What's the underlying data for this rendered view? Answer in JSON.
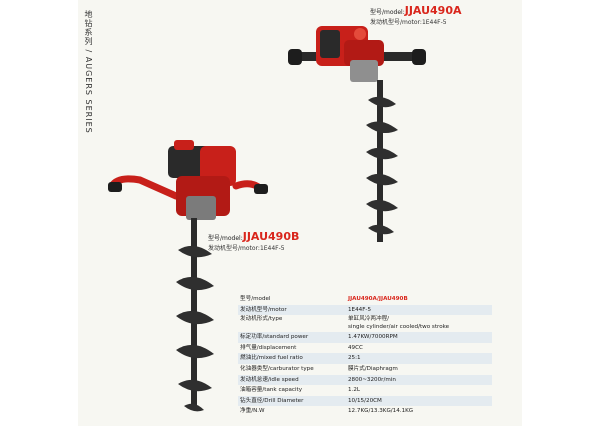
{
  "side_title": "地钻系列 / AUGERS SERIES",
  "product_a": {
    "model_prefix": "型号/model:",
    "model": "JJAU490A",
    "motor_line": "发动机型号/motor:1E44F-5"
  },
  "product_b": {
    "model_prefix": "型号/model:",
    "model": "JJAU490B",
    "motor_line": "发动机型号/motor:1E44F-5"
  },
  "spec_table": {
    "rows": [
      {
        "label": "型号/model",
        "value": "JJAU490A/JJAU490B"
      },
      {
        "label": "发动机型号/motor",
        "value": "1E44F-5"
      },
      {
        "label": "发动机形式/type",
        "value": "单缸风冷两冲程/",
        "value2": "single cylinder/air cooled/two stroke"
      },
      {
        "label": "标定功率/standard power",
        "value": "1.47KW/7000RPM"
      },
      {
        "label": "排气量/displacement",
        "value": "49CC"
      },
      {
        "label": "燃油比/mixed fuel ratio",
        "value": "25:1"
      },
      {
        "label": "化油器类型/carburator type",
        "value": "膜片式/Diaphragm"
      },
      {
        "label": "发动机怠速/idle speed",
        "value": "2800~3200r/min"
      },
      {
        "label": "油箱容量/tank capacity",
        "value": "1.2L"
      },
      {
        "label": "钻头直径/Drill Diameter",
        "value": "10/15/20CM"
      },
      {
        "label": "净重/N.W",
        "value": "12.7KG/13.3KG/14.1KG"
      }
    ]
  },
  "colors": {
    "engine_red": "#c8201a",
    "auger_dark": "#2a2a2a",
    "model_text": "#d9261c",
    "table_stripe": "#e4ebf0"
  }
}
